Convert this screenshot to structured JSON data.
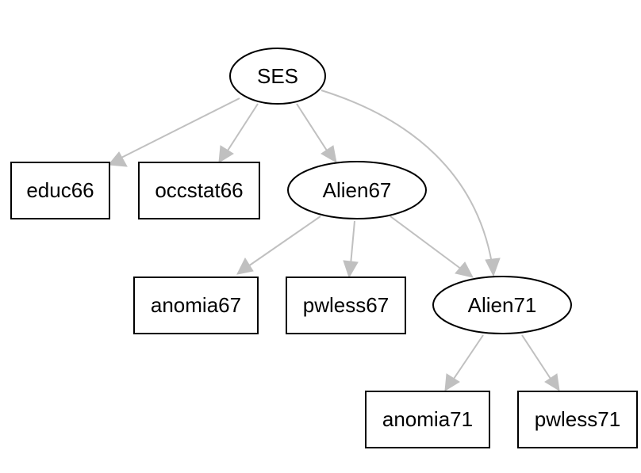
{
  "diagram": {
    "nodes": {
      "ses": {
        "label": "SES",
        "shape": "ellipse"
      },
      "educ66": {
        "label": "educ66",
        "shape": "box"
      },
      "occstat66": {
        "label": "occstat66",
        "shape": "box"
      },
      "alien67": {
        "label": "Alien67",
        "shape": "ellipse"
      },
      "anomia67": {
        "label": "anomia67",
        "shape": "box"
      },
      "pwless67": {
        "label": "pwless67",
        "shape": "box"
      },
      "alien71": {
        "label": "Alien71",
        "shape": "ellipse"
      },
      "anomia71": {
        "label": "anomia71",
        "shape": "box"
      },
      "pwless71": {
        "label": "pwless71",
        "shape": "box"
      }
    },
    "edges": [
      {
        "from": "ses",
        "to": "educ66"
      },
      {
        "from": "ses",
        "to": "occstat66"
      },
      {
        "from": "ses",
        "to": "alien67"
      },
      {
        "from": "ses",
        "to": "alien71"
      },
      {
        "from": "alien67",
        "to": "anomia67"
      },
      {
        "from": "alien67",
        "to": "pwless67"
      },
      {
        "from": "alien67",
        "to": "alien71"
      },
      {
        "from": "alien71",
        "to": "anomia71"
      },
      {
        "from": "alien71",
        "to": "pwless71"
      }
    ],
    "colors": {
      "edge": "#c0c0c0",
      "node_stroke": "#000000",
      "background": "#ffffff"
    }
  }
}
